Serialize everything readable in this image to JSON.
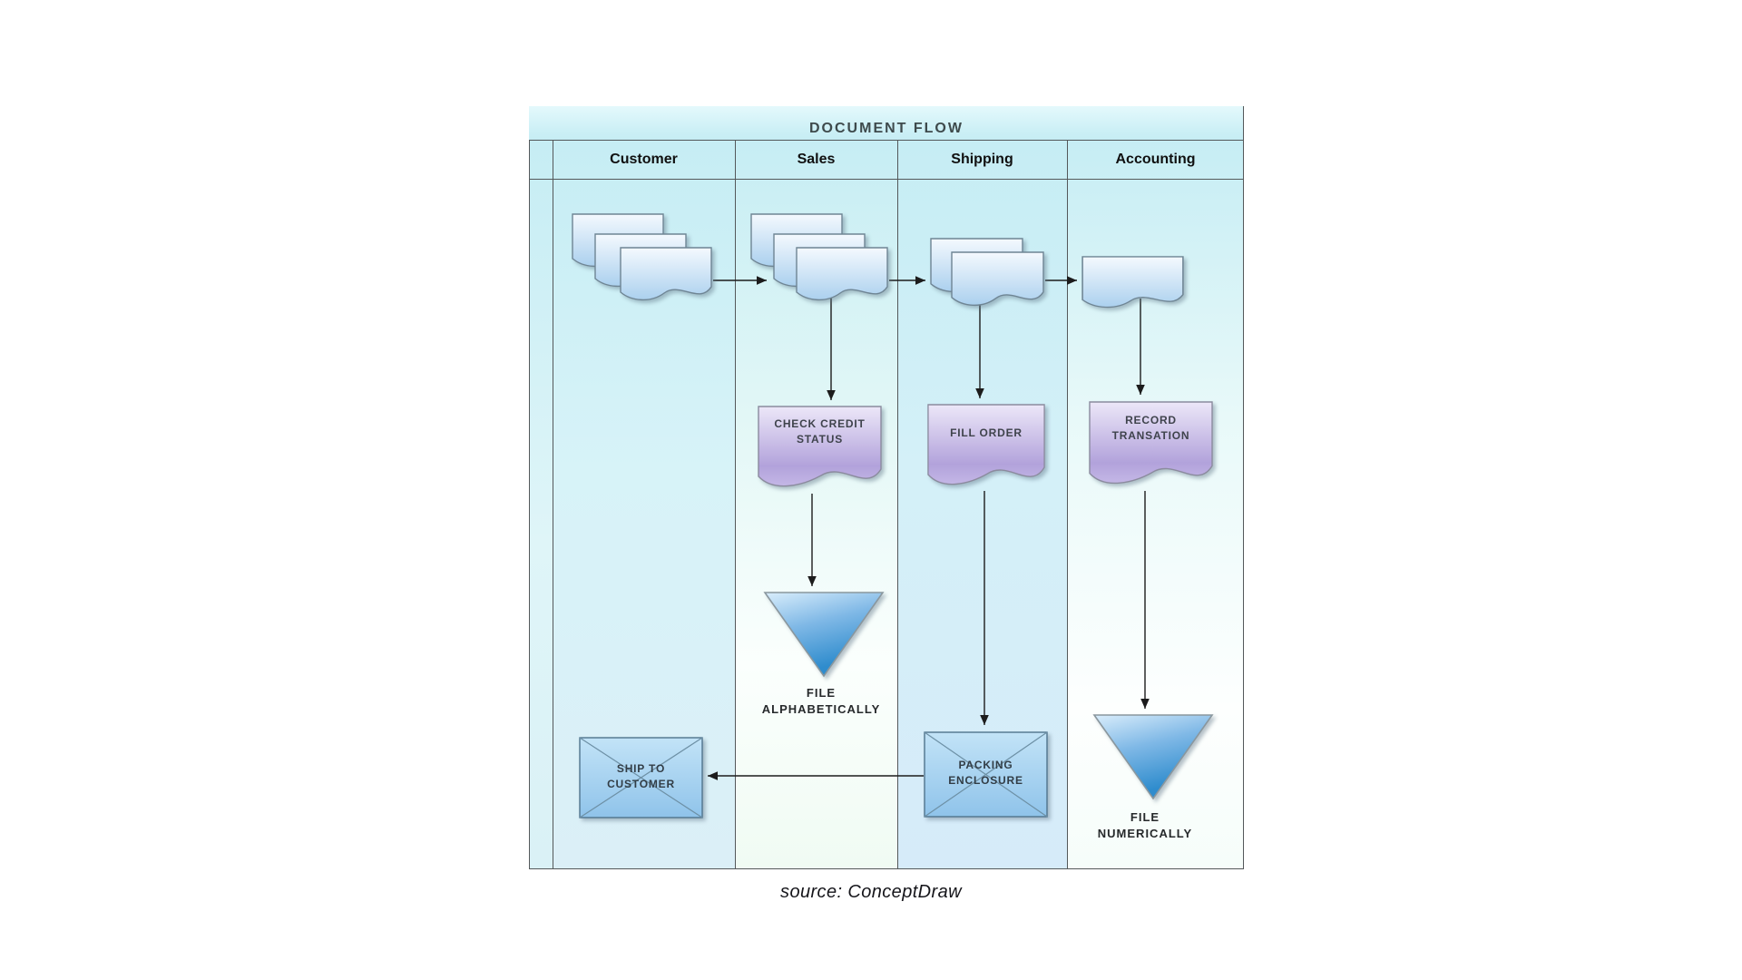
{
  "diagram": {
    "title": "DOCUMENT FLOW",
    "lanes": [
      {
        "label": "Customer"
      },
      {
        "label": "Sales"
      },
      {
        "label": "Shipping"
      },
      {
        "label": "Accounting"
      }
    ],
    "nodes": {
      "customer_documents": {
        "shape": "document-stack",
        "count": 3
      },
      "sales_documents": {
        "shape": "document-stack",
        "count": 3
      },
      "shipping_documents": {
        "shape": "document-stack",
        "count": 2
      },
      "accounting_document": {
        "shape": "document",
        "count": 1
      },
      "check_credit_status": {
        "shape": "document",
        "line1": "CHECK CREDIT",
        "line2": "STATUS"
      },
      "fill_order": {
        "shape": "document",
        "line1": "FILL ORDER"
      },
      "record_transation": {
        "shape": "document",
        "line1": "RECORD",
        "line2": "TRANSATION"
      },
      "file_alphabetically": {
        "shape": "inverted-triangle",
        "line1": "FILE",
        "line2": "ALPHABETICALLY"
      },
      "file_numerically": {
        "shape": "inverted-triangle",
        "line1": "FILE",
        "line2": "NUMERICALLY"
      },
      "ship_to_customer": {
        "shape": "envelope",
        "line1": "SHIP TO",
        "line2": "CUSTOMER"
      },
      "packing_enclosure": {
        "shape": "envelope",
        "line1": "PACKING",
        "line2": "ENCLOSURE"
      }
    },
    "colors": {
      "lane_cyan": "#c6edf4",
      "document_blue": "#abd0ee",
      "process_purple": "#b2a2db",
      "triangle_blue": "#2f8ccd",
      "envelope_blue": "#8fc3ea",
      "connector": "#1c1c1c"
    }
  },
  "caption": "source: ConceptDraw"
}
